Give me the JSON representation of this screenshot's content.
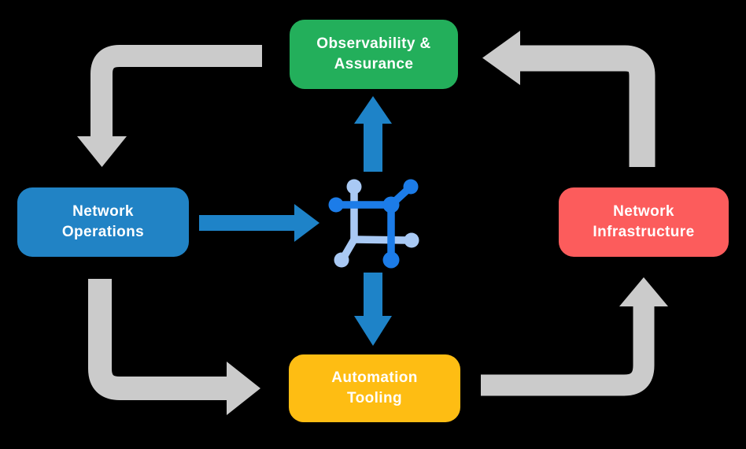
{
  "diagram": {
    "colors": {
      "background": "#000000",
      "green": "#23AF5B",
      "blue": "#2183C5",
      "red": "#FC5C5C",
      "yellow": "#FEBD13",
      "gray_arrow": "#CBCBCB",
      "blue_arrow": "#1E83C8",
      "icon_dark": "#1C7CE8",
      "icon_light": "#A9C9F4",
      "text": "#FFFFFF"
    },
    "nodes": {
      "observability": {
        "line1": "Observability &",
        "line2": "Assurance"
      },
      "operations": {
        "line1": "Network",
        "line2": "Operations"
      },
      "infrastructure": {
        "line1": "Network",
        "line2": "Infrastructure"
      },
      "automation": {
        "line1": "Automation",
        "line2": "Tooling"
      }
    },
    "center_icon": {
      "name": "network-mesh-icon"
    },
    "flows": [
      {
        "from": "Observability & Assurance",
        "to": "Network Operations",
        "style": "gray-elbow"
      },
      {
        "from": "Network Operations",
        "to": "Automation Tooling",
        "style": "gray-elbow"
      },
      {
        "from": "Automation Tooling",
        "to": "Network Infrastructure",
        "style": "gray-elbow"
      },
      {
        "from": "Network Infrastructure",
        "to": "Observability & Assurance",
        "style": "gray-elbow"
      },
      {
        "from": "Network Operations",
        "to": "center-icon",
        "style": "blue-straight"
      },
      {
        "from": "center-icon",
        "to": "Observability & Assurance",
        "style": "blue-straight"
      },
      {
        "from": "center-icon",
        "to": "Automation Tooling",
        "style": "blue-straight"
      }
    ]
  }
}
